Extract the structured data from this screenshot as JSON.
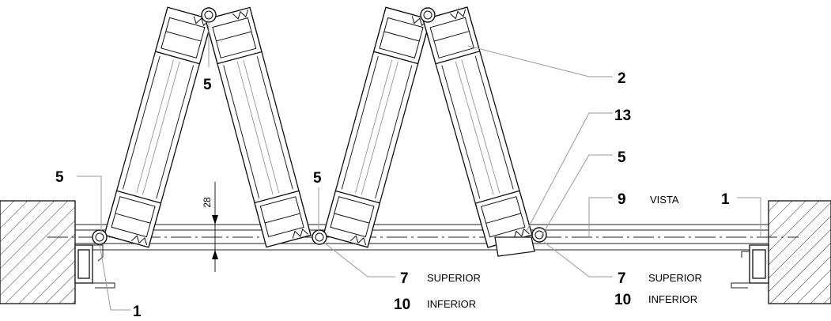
{
  "callouts": {
    "c5_top_left": "5",
    "c2": "2",
    "c13": "13",
    "c5_right": "5",
    "c5_left": "5",
    "c5_center": "5",
    "c9": "9",
    "c1_right": "1",
    "c7_center": "7",
    "c7_right": "7",
    "c10_center": "10",
    "c10_right": "10",
    "c1_bottom": "1"
  },
  "notes": {
    "vista": "VISTA",
    "superior_center": "SUPERIOR",
    "inferior_center": "INFERIOR",
    "superior_right": "SUPERIOR",
    "inferior_right": "INFERIOR"
  },
  "dimension": {
    "value": "28"
  }
}
